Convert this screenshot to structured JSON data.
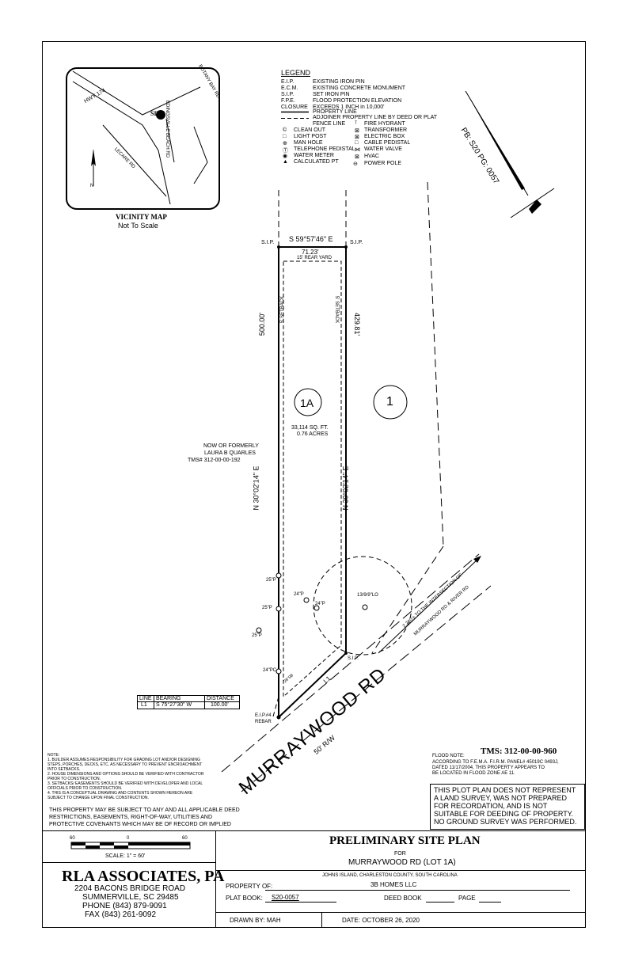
{
  "vicinity": {
    "title": "VICINITY MAP",
    "subtitle": "Not To Scale",
    "hwy": "HWY 174",
    "botany": "BOTANY BAY RD",
    "edingsville": "EDINGSVILLE BEACH RD",
    "lecare": "LECARE RD",
    "site": "SITE",
    "north": "N"
  },
  "legend": {
    "title": "LEGEND",
    "abbrevs": [
      {
        "k": "E.I.P.",
        "v": "EXISTING IRON PIN"
      },
      {
        "k": "E.C.M.",
        "v": "EXISTING CONCRETE MONUMENT"
      },
      {
        "k": "S.I.P.",
        "v": "SET IRON PIN"
      },
      {
        "k": "F.P.E.",
        "v": "FLOOD PROTECTION ELEVATION"
      },
      {
        "k": "CLOSURE",
        "v": "EXCEEDS 1 INCH in 10,000'"
      }
    ],
    "lines": [
      "PROPERTY LINE",
      "ADJOINER PROPERTY LINE BY DEED OR PLAT",
      "FENCE LINE"
    ],
    "left_symbols": [
      "CLEAN OUT",
      "LIGHT POST",
      "MAN HOLE",
      "TELEPHONE PEDISTAL",
      "WATER METER",
      "CALCULATED PT"
    ],
    "right_symbols": [
      "FIRE HYDRANT",
      "TRANSFORMER",
      "ELECTRIC BOX",
      "CABLE PEDISTAL",
      "WATER VALVE",
      "HVAC",
      "POWER POLE"
    ]
  },
  "plat_ref": "PB: S20 PG: 0057",
  "plan": {
    "rear_bearing": "S 59°57'46\" E",
    "rear_dist": "71.23'",
    "rear_yard": "15' REAR YARD",
    "sip": "S.I.P.",
    "left_dist": "500.00'",
    "right_dist": "429.81'",
    "setback": "5' SETBACK",
    "side_bearing": "N 30°02'14\" E",
    "lot_label": "1A",
    "lot_adjacent": "1",
    "area_sqft": "33,114 SQ. FT.",
    "area_acres": "0.76 ACRES",
    "neighbor": [
      "NOW OR FORMERLY",
      "LAURA B QUARLES",
      "TMS# 312-00-00-192"
    ],
    "trees": [
      "25\"P",
      "24\"P",
      "24\"P",
      "25\"P",
      "25\"P",
      "24\"PC",
      "13/9/9\"LO"
    ],
    "tree_small": "28\"SB",
    "l1": "L1",
    "eip": "E.I.P.#4",
    "rebar": "REBAR",
    "distance_note": "2,720'± TO THE INTERSECTION OF",
    "distance_note2": "MURRAYWOOD RD & RIVER RD",
    "road": "MURRAYWOOD RD",
    "row": "50' R/W"
  },
  "line_table": {
    "headers": [
      "LINE",
      "BEARING",
      "DISTANCE"
    ],
    "rows": [
      [
        "L1",
        "S 75°27'30\" W",
        "100.00'"
      ]
    ]
  },
  "tms": "TMS: 312-00-00-960",
  "flood_note": [
    "FLOOD NOTE:",
    "ACCORDING TO F.E.M.A. F.I.R.M. PANEL# 45019C 0493J,",
    "DATED 11/17/2004, THIS PROPERTY APPEARS TO",
    "BE LOCATED IN FLOOD ZONE AE 11."
  ],
  "disclaimer": [
    "THIS PLOT PLAN DOES NOT REPRESENT",
    "A LAND SURVEY, WAS NOT PREPARED",
    "FOR RECORDATION, AND IS NOT",
    "SUITABLE FOR DEEDING OF PROPERTY.",
    "NO GROUND SURVEY WAS PERFORMED."
  ],
  "notes": [
    "NOTE:",
    "1. BUILDER ASSUMES RESPONSIBILITY FOR GRADING LOT AND/OR DESIGNING",
    "STEPS, PORCHES, DECKS, ETC. AS NECESSARY TO PREVENT ENCROACHMENT",
    "INTO SETBACKS.",
    "2. HOUSE DIMENSIONS AND OPTIONS SHOULD BE VERIFIED WITH CONTRACTOR",
    "PRIOR TO CONSTRUCTION.",
    "3. SETBACKS/ EASEMENTS SHOULD BE VERIFIED WITH DEVELOPER AND LOCAL",
    "OFFICIALS PRIOR TO CONSTRUCTION.",
    "4. THIS IS A CONCEPTUAL DRAWING AND CONTENTS SHOWN HEREON ARE",
    "SUBJECT TO CHANGE UPON FINAL CONSTRUCTION."
  ],
  "restriction": [
    "THIS PROPERTY MAY BE SUBJECT TO ANY AND ALL APPLICABLE DEED",
    "RESTRICTIONS, EASEMENTS, RIGHT-OF-WAY, UTILITIES AND",
    "PROTECTIVE COVENANTS WHICH MAY BE OF RECORD OR IMPLIED"
  ],
  "scale": {
    "left": "60",
    "mid": "0",
    "right": "60",
    "label": "SCALE: 1\" = 60'"
  },
  "company": {
    "name": "RLA ASSOCIATES, PA",
    "addr1": "2204 BACONS BRIDGE ROAD",
    "addr2": "SUMMERVILLE, SC 29485",
    "phone": "PHONE (843) 879-9091",
    "fax": "FAX (843) 261-9092"
  },
  "title_block": {
    "title": "PRELIMINARY SITE PLAN",
    "for": "FOR",
    "project": "MURRAYWOOD RD (LOT 1A)",
    "location": "JOHNS ISLAND, CHARLESTON COUNTY, SOUTH CAROLINA",
    "owner": "3B HOMES LLC",
    "property_of": "PROPERTY OF:",
    "plat_book_label": "PLAT BOOK:",
    "plat_book": "S20-0057",
    "deed_book": "DEED BOOK",
    "page": "PAGE",
    "drawn_by": "DRAWN BY:  MAH",
    "date": "DATE:  OCTOBER 26, 2020"
  }
}
